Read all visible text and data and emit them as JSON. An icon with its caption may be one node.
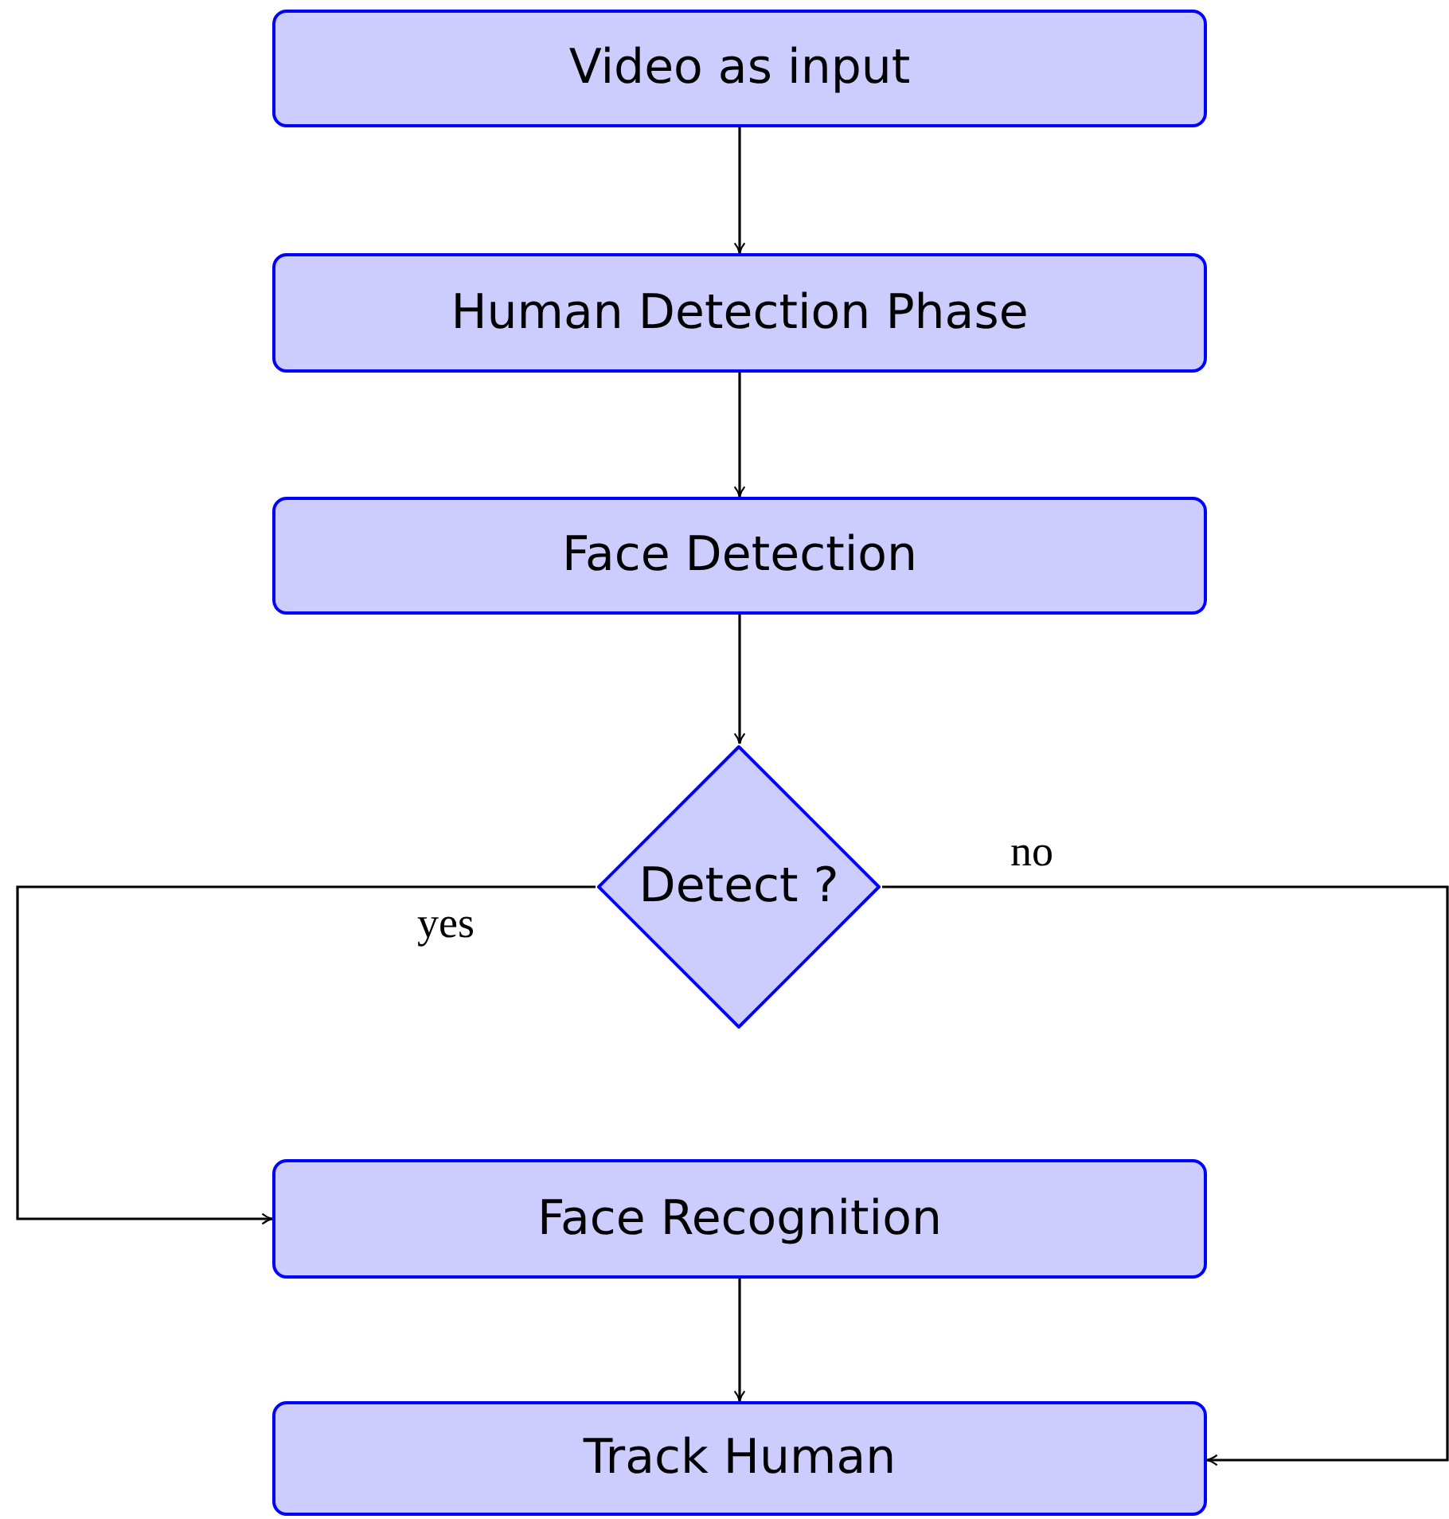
{
  "diagram": {
    "nodes": [
      {
        "text": [
          "Video as input"
        ]
      },
      {
        "text": [
          "Human Detection Phase"
        ]
      },
      {
        "text": [
          "Face Detection"
        ]
      },
      {
        "text": [
          "Detect ?"
        ]
      },
      {
        "text": [
          "Face Recognition"
        ]
      },
      {
        "text": [
          "Track Human"
        ]
      }
    ],
    "edges": [
      {
        "from": 0,
        "to": 1,
        "arrow": "to"
      },
      {
        "from": 1,
        "to": 2,
        "arrow": "to"
      },
      {
        "from": 2,
        "to": 3,
        "arrow": "to"
      },
      {
        "from": 3,
        "to": 4,
        "arrow": "to",
        "label": "yes"
      },
      {
        "from": 3,
        "to": 5,
        "arrow": "to",
        "label": "no"
      },
      {
        "from": 4,
        "to": 5,
        "arrow": "to"
      }
    ]
  }
}
